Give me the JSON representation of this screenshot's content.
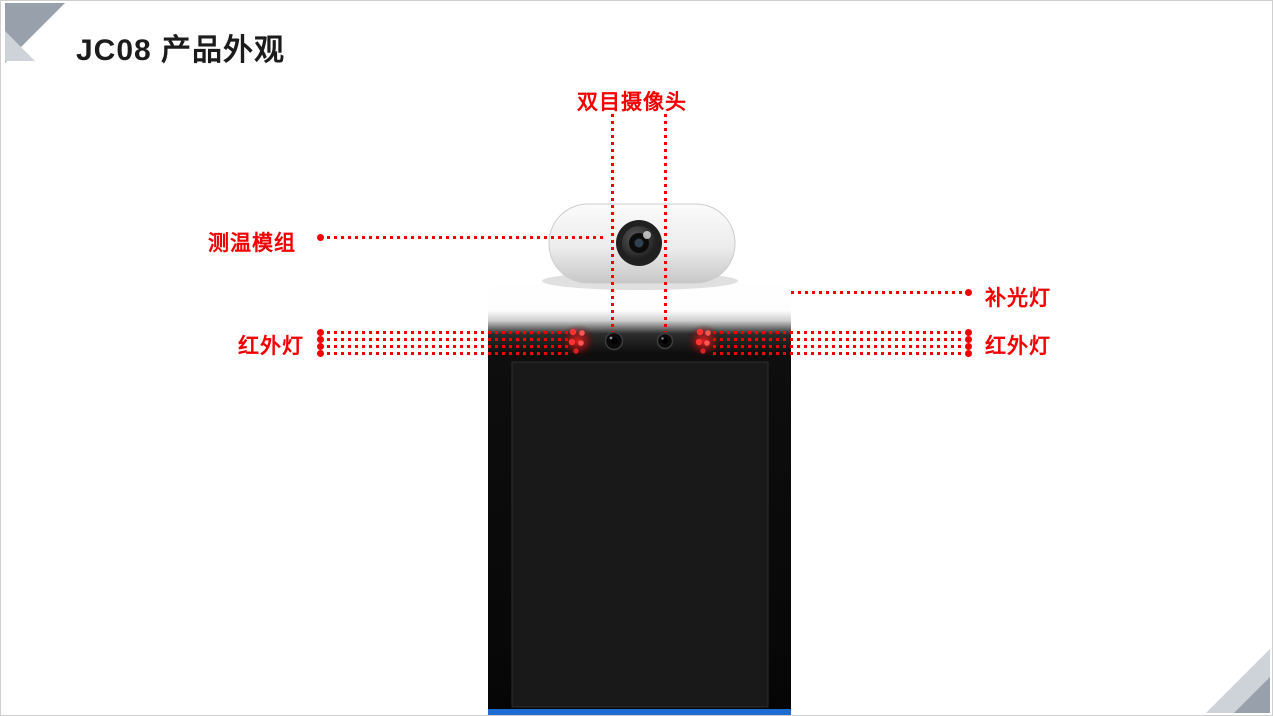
{
  "slide": {
    "title": "JC08 产品外观"
  },
  "labels": {
    "binocular_camera": "双目摄像头",
    "temp_module": "测温模组",
    "fill_light": "补光灯",
    "ir_light_left": "红外灯",
    "ir_light_right": "红外灯"
  },
  "colors": {
    "annotation_red": "#f40000",
    "title_black": "#1b1b1b",
    "corner_gray_dark": "#97a0ab",
    "corner_gray_light": "#cdd3d9",
    "device_body_black": "#070707",
    "device_top_white": "#ffffff",
    "screen_gray": "#191919",
    "bottom_bar_blue": "#1e6bd2",
    "ir_led_red": "#ff3333"
  }
}
